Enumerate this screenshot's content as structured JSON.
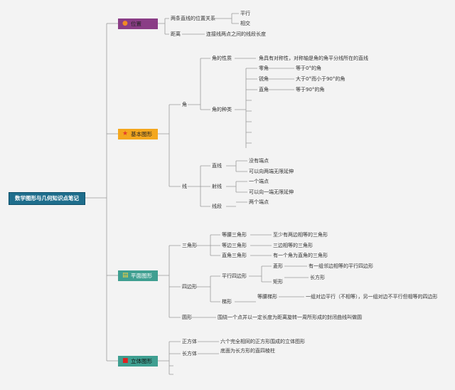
{
  "root": "数学图形与几何知识点笔记",
  "categories": {
    "position": {
      "label": "位置",
      "color": "#8a3d86",
      "icon": "orange-circle-icon"
    },
    "basic": {
      "label": "基本图形",
      "color": "#f4a71e",
      "icon": "red-star-icon"
    },
    "plane": {
      "label": "平面图形",
      "color": "#3f9f91",
      "icon": "note-icon"
    },
    "solid": {
      "label": "立体图形",
      "color": "#3f9f91",
      "icon": "red-square-icon"
    }
  },
  "position": {
    "two_lines": "两条直线的位置关系",
    "parallel": "平行",
    "intersect": "相交",
    "distance": "距离",
    "distance_def": "连接线两点之间的线段长度"
  },
  "basic": {
    "angle": "角",
    "angle_property": "角的性质",
    "angle_property_def": "角具有对称性，对称轴是角的角平分线所在的直线",
    "angle_types": "角的种类",
    "types": [
      {
        "name": "零角",
        "def": "等于0°的角"
      },
      {
        "name": "锐角",
        "def": "大于0°而小于90°的角"
      },
      {
        "name": "直角",
        "def": "等于90°的角"
      }
    ],
    "line": "线",
    "straight": "直线",
    "straight_1": "没有端点",
    "straight_2": "可以向两端无限延伸",
    "ray": "射线",
    "ray_1": "一个端点",
    "ray_2": "可以向一端无限延伸",
    "segment": "线段",
    "segment_1": "两个端点"
  },
  "plane": {
    "triangle": "三角形",
    "tri_types": [
      {
        "name": "等腰三角形",
        "def": "至少有两边相等的三角形"
      },
      {
        "name": "等边三角形",
        "def": "三边相等的三角形"
      },
      {
        "name": "直角三角形",
        "def": "有一个角为直角的三角形"
      }
    ],
    "quad": "四边形",
    "parallelogram": "平行四边形",
    "rhombus": "菱形",
    "rhombus_def": "有一组邻边相等的平行四边形",
    "rectangle": "矩形",
    "rect_child": "长方形",
    "trapezoid": "梯形",
    "iso_trap": "等腰梯形",
    "trap_def": "一组对边平行（不相等），另一组对边不平行但相等的四边形",
    "circle": "圆形",
    "circle_def": "围绕一个点并以一定长度为距离旋转一周所形成的封闭曲线叫做圆"
  },
  "solid": {
    "cube": "正方体",
    "cube_def": "六个完全相同的正方形围成的立体图形",
    "cuboid": "长方体",
    "cuboid_def": "底面为长方形的直四棱柱"
  }
}
